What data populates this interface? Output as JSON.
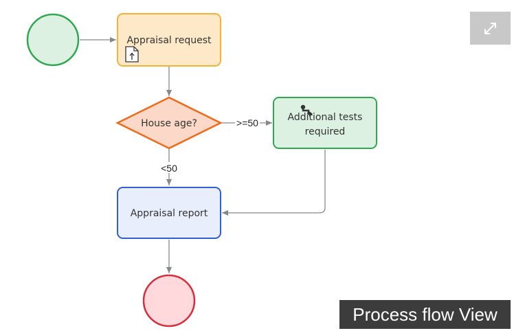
{
  "nodes": {
    "appraisal_request": {
      "label": "Appraisal request",
      "color": "#fde9c8"
    },
    "house_age": {
      "label": "House age?",
      "color": "#fbd8c8"
    },
    "additional_tests_line1": "Additional tests",
    "additional_tests_line2": "required",
    "appraisal_report": {
      "label": "Appraisal report",
      "color": "#e8eefc"
    }
  },
  "edges": {
    "gte50_label": ">=50",
    "lt50_label": "<50"
  },
  "icons": {
    "document": "document-upload-icon",
    "cursor": "route-cursor-icon",
    "expand": "expand-icon"
  },
  "colors": {
    "start_fill": "#dcf1e2",
    "start_stroke": "#2fa84f",
    "end_fill": "#ffd9dc",
    "end_stroke": "#d62d3a",
    "task_orange": "#f5b23b",
    "gateway_orange": "#f06a1a",
    "task_green": "#2fa84f",
    "task_blue": "#2f5fd0",
    "edge": "#888888"
  },
  "caption": "Process flow View"
}
